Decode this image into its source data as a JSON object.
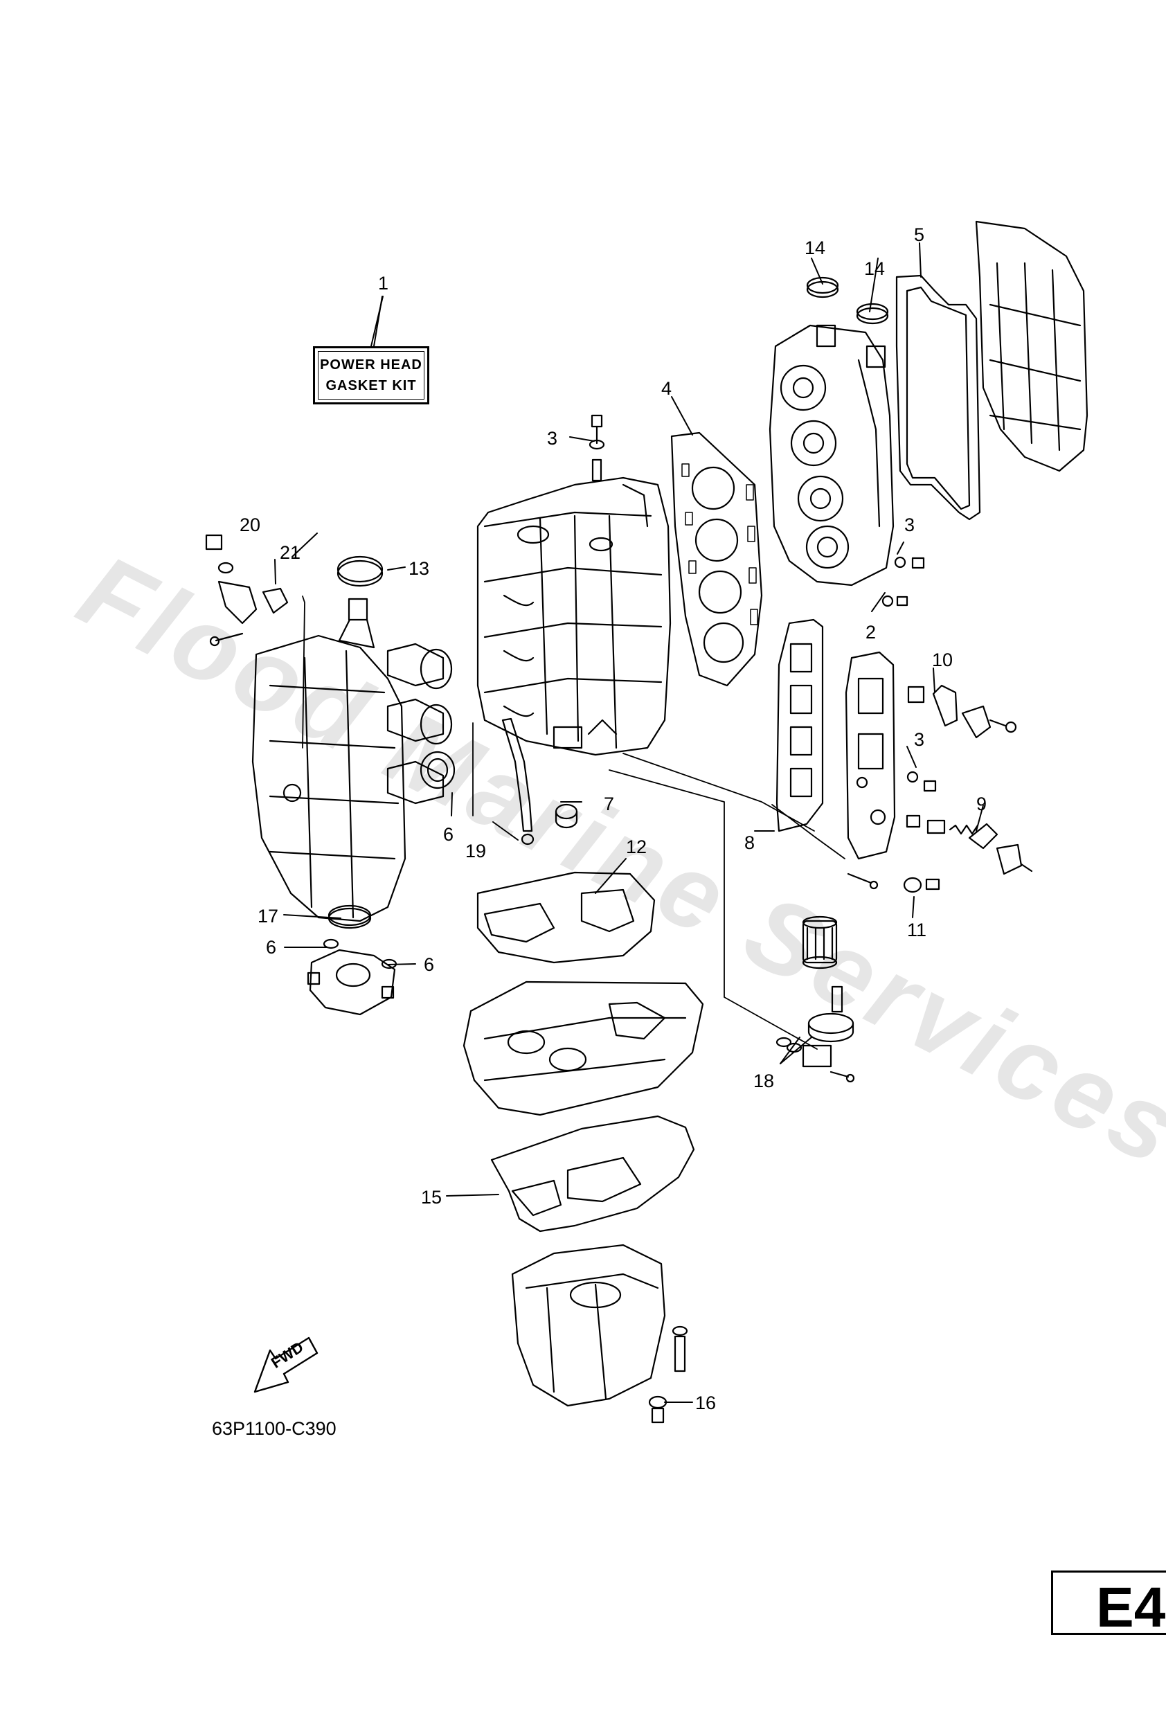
{
  "watermark": "Flood Marine Services",
  "kit_label": {
    "line1": "POWER HEAD",
    "line2": "GASKET KIT"
  },
  "fwd_label": "FWD",
  "part_code": "63P1100-C390",
  "page_tag": "E4",
  "callouts": {
    "c1": "1",
    "c2": "2",
    "c3a": "3",
    "c3b": "3",
    "c3c": "3",
    "c4": "4",
    "c5": "5",
    "c6a": "6",
    "c6b": "6",
    "c6c": "6",
    "c7": "7",
    "c8": "8",
    "c9": "9",
    "c10": "10",
    "c11": "11",
    "c12": "12",
    "c13": "13",
    "c14a": "14",
    "c14b": "14",
    "c15": "15",
    "c16": "16",
    "c17": "17",
    "c18": "18",
    "c19": "19",
    "c20": "20",
    "c21": "21"
  }
}
